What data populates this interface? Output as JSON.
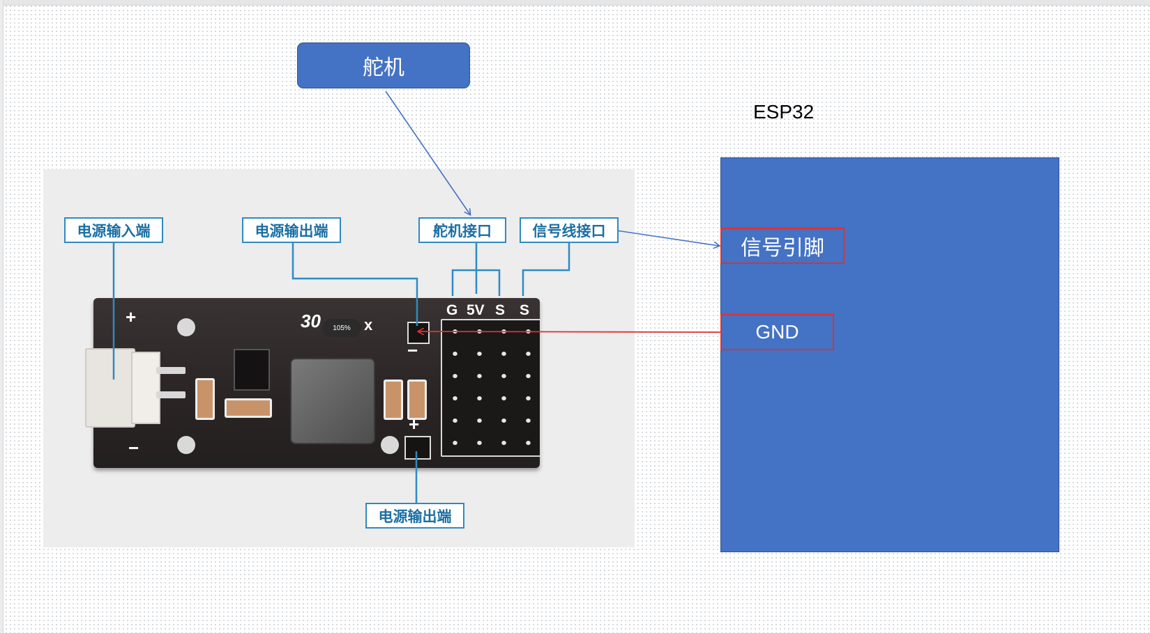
{
  "servo_box": {
    "label": "舵机"
  },
  "esp32": {
    "title": "ESP32",
    "signal_pin": "信号引脚",
    "gnd_pin": "GND"
  },
  "board_photo": {
    "callouts": {
      "power_in": "电源输入端",
      "power_out_top": "电源输出端",
      "servo_interface": "舵机接口",
      "signal_interface": "信号线接口",
      "power_out_bottom": "电源输出端"
    },
    "header_pins": [
      "G",
      "5V",
      "S",
      "S"
    ],
    "silkscreen_text": "30",
    "silkscreen_suffix": "x",
    "plus_sign": "+",
    "minus_sign": "−",
    "zoom_badge": "105%"
  },
  "colors": {
    "box_fill": "#4472c4",
    "box_border": "#2f528f",
    "pin_border": "#e03030",
    "callout_color": "#2e8bc0",
    "pcb": "#2b2525"
  }
}
